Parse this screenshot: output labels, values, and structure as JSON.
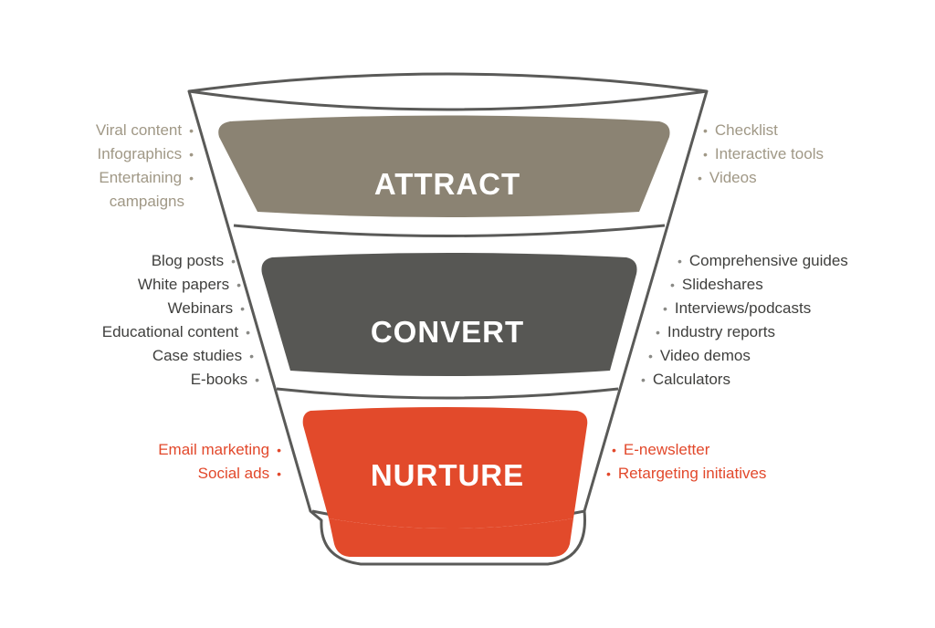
{
  "colors": {
    "attract": "#8b8373",
    "convert": "#575754",
    "nurture": "#e24a2b",
    "outline": "#5a5a58",
    "attract_text": "#a09886",
    "convert_text": "#3f3f3d",
    "nurture_text": "#e2482b"
  },
  "stages": {
    "attract": {
      "title": "ATTRACT",
      "left": [
        "Viral content",
        "Infographics",
        "Entertaining",
        "campaigns"
      ],
      "right": [
        "Checklist",
        "Interactive tools",
        "Videos"
      ]
    },
    "convert": {
      "title": "CONVERT",
      "left": [
        "Blog posts",
        "White papers",
        "Webinars",
        "Educational content",
        "Case studies",
        "E-books"
      ],
      "right": [
        "Comprehensive guides",
        "Slideshares",
        "Interviews/podcasts",
        "Industry reports",
        "Video demos",
        "Calculators"
      ]
    },
    "nurture": {
      "title": "NURTURE",
      "left": [
        "Email marketing",
        "Social ads"
      ],
      "right": [
        "E-newsletter",
        "Retargeting initiatives"
      ]
    }
  }
}
